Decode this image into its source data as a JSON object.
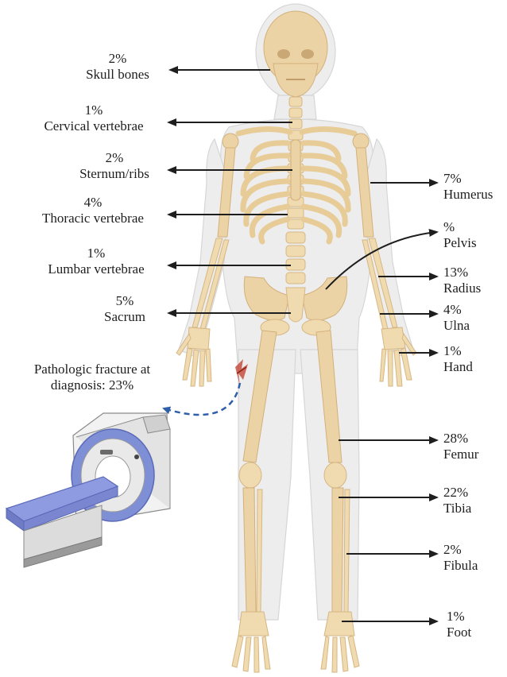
{
  "labels": {
    "skull": {
      "pct": "2%",
      "name": "Skull bones"
    },
    "cervical": {
      "pct": "1%",
      "name": "Cervical vertebrae"
    },
    "sternum": {
      "pct": "2%",
      "name": "Sternum/ribs"
    },
    "thoracic": {
      "pct": "4%",
      "name": "Thoracic vertebrae"
    },
    "lumbar": {
      "pct": "1%",
      "name": "Lumbar vertebrae"
    },
    "sacrum": {
      "pct": "5%",
      "name": "Sacrum"
    },
    "humerus": {
      "pct": "7%",
      "name": "Humerus"
    },
    "pelvis": {
      "pct": "%",
      "name": "Pelvis"
    },
    "radius": {
      "pct": "13%",
      "name": "Radius"
    },
    "ulna": {
      "pct": "4%",
      "name": "Ulna"
    },
    "hand": {
      "pct": "1%",
      "name": "Hand"
    },
    "femur": {
      "pct": "28%",
      "name": "Femur"
    },
    "tibia": {
      "pct": "22%",
      "name": "Tibia"
    },
    "fibula": {
      "pct": "2%",
      "name": "Fibula"
    },
    "foot": {
      "pct": "1%",
      "name": "Foot"
    }
  },
  "fracture": {
    "line1": "Pathologic fracture at",
    "line2": "diagnosis: 23%"
  },
  "colors": {
    "bone": "#ecd3a6",
    "body": "#ededed",
    "scanner_ring": "#7f8fd6",
    "fracture": "#c0392b",
    "dashed_arrow": "#2f5fa8"
  },
  "icons": [
    "skeleton-illustration",
    "mri-scanner-icon",
    "fracture-mark"
  ]
}
